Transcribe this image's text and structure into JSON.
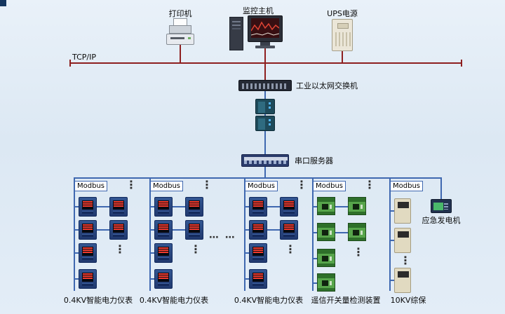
{
  "colors": {
    "tcpip_line": "#8e1f1f",
    "bus_line": "#3f68b0"
  },
  "top_devices": {
    "printer_label": "打印机",
    "monitor_label": "监控主机",
    "ups_label": "UPS电源"
  },
  "backbone": {
    "tcpip_label": "TCP/IP",
    "switch_label": "工业以太网交换机",
    "serial_server_label": "串口服务器"
  },
  "buses": [
    {
      "bus_label": "Modbus",
      "bottom_label": "0.4KV智能电力仪表"
    },
    {
      "bus_label": "Modbus",
      "bottom_label": "0.4KV智能电力仪表"
    },
    {
      "bus_label": "Modbus",
      "bottom_label": "0.4KV智能电力仪表"
    },
    {
      "bus_label": "Modbus",
      "bottom_label": "遥信开关量检测装置"
    },
    {
      "bus_label": "Modbus",
      "bottom_label": "10KV综保"
    }
  ],
  "generator": {
    "label": "应急发电机"
  },
  "ellipsis": {
    "vertical": "⋮",
    "horizontal": "⋯ ⋯"
  }
}
